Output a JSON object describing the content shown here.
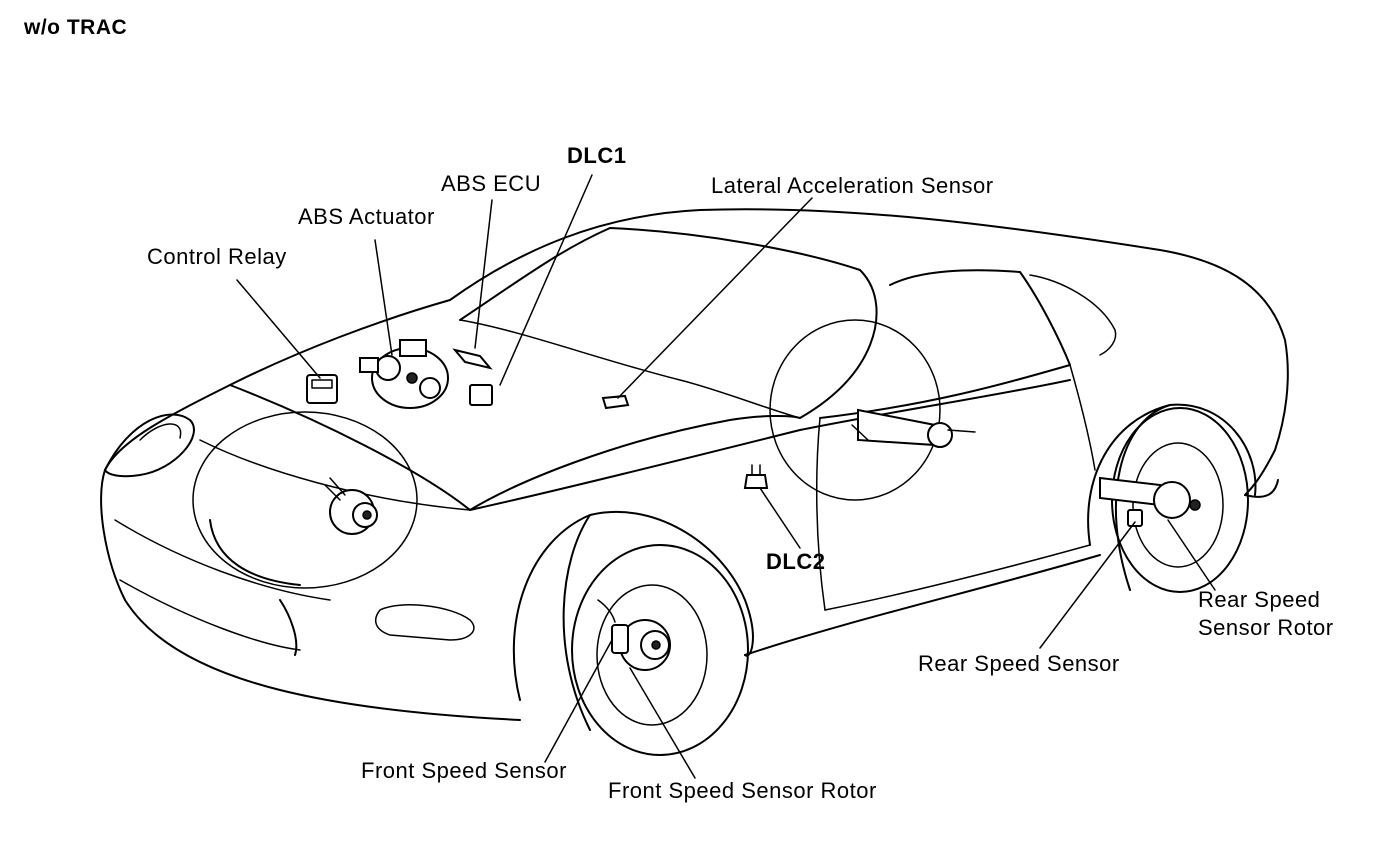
{
  "header": {
    "variant": "w/o TRAC"
  },
  "labels": {
    "dlc1": "DLC1",
    "abs_ecu": "ABS ECU",
    "lateral_sensor": "Lateral Acceleration Sensor",
    "abs_actuator": "ABS Actuator",
    "control_relay": "Control Relay",
    "dlc2": "DLC2",
    "rear_rotor_line1": "Rear Speed",
    "rear_rotor_line2": "Sensor Rotor",
    "rear_sensor": "Rear Speed Sensor",
    "front_sensor": "Front Speed Sensor",
    "front_rotor": "Front Speed Sensor Rotor"
  },
  "style": {
    "ink": "#000000",
    "paper": "#ffffff"
  }
}
